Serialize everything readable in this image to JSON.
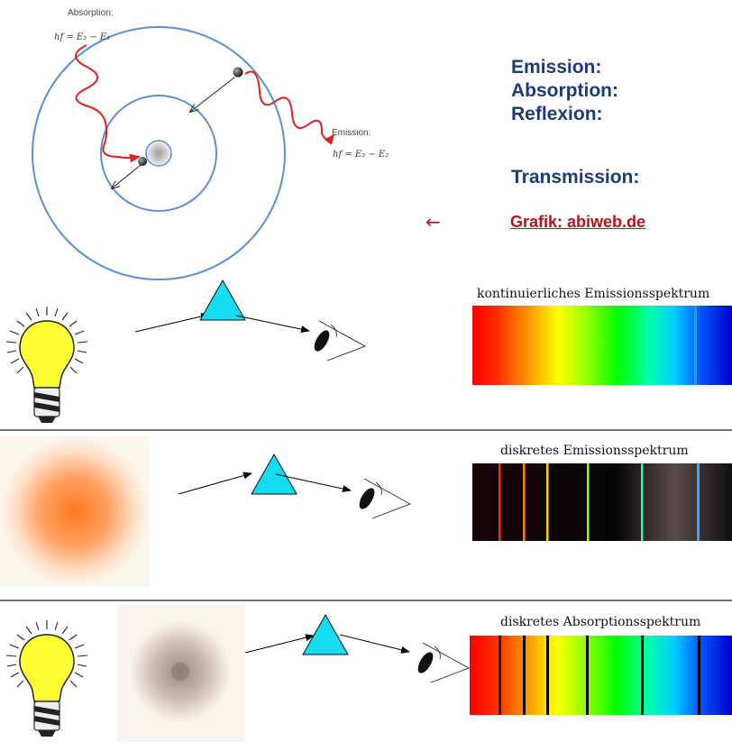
{
  "atom": {
    "absorption_label": "Absorption:",
    "absorption_formula": "hf = E₂ − E₁",
    "emission_label": "Emission:",
    "emission_formula": "hf = E₃ − E₂"
  },
  "terms": {
    "emission": "Emission:",
    "absorption": "Absorption:",
    "reflexion": "Reflexion:",
    "transmission": "Transmission:"
  },
  "credit": {
    "arrow": "←",
    "link_text": "Grafik: abiweb.de"
  },
  "rows": [
    {
      "spectrum_title": "kontinuierliches Emissionsspektrum"
    },
    {
      "spectrum_title": "diskretes Emissionsspektrum"
    },
    {
      "spectrum_title": "diskretes Absorptionsspektrum"
    }
  ],
  "colors": {
    "orbit": "#5b8fd1",
    "photon": "#e02020",
    "term_text": "#1f3b74",
    "credit": "#b5121b",
    "prism": "#16dcf2",
    "bulb": "#ffff33"
  },
  "icons": [
    "light-bulb-icon",
    "prism-icon",
    "eye-icon",
    "hot-gas-glow",
    "cold-gas-cloud"
  ]
}
